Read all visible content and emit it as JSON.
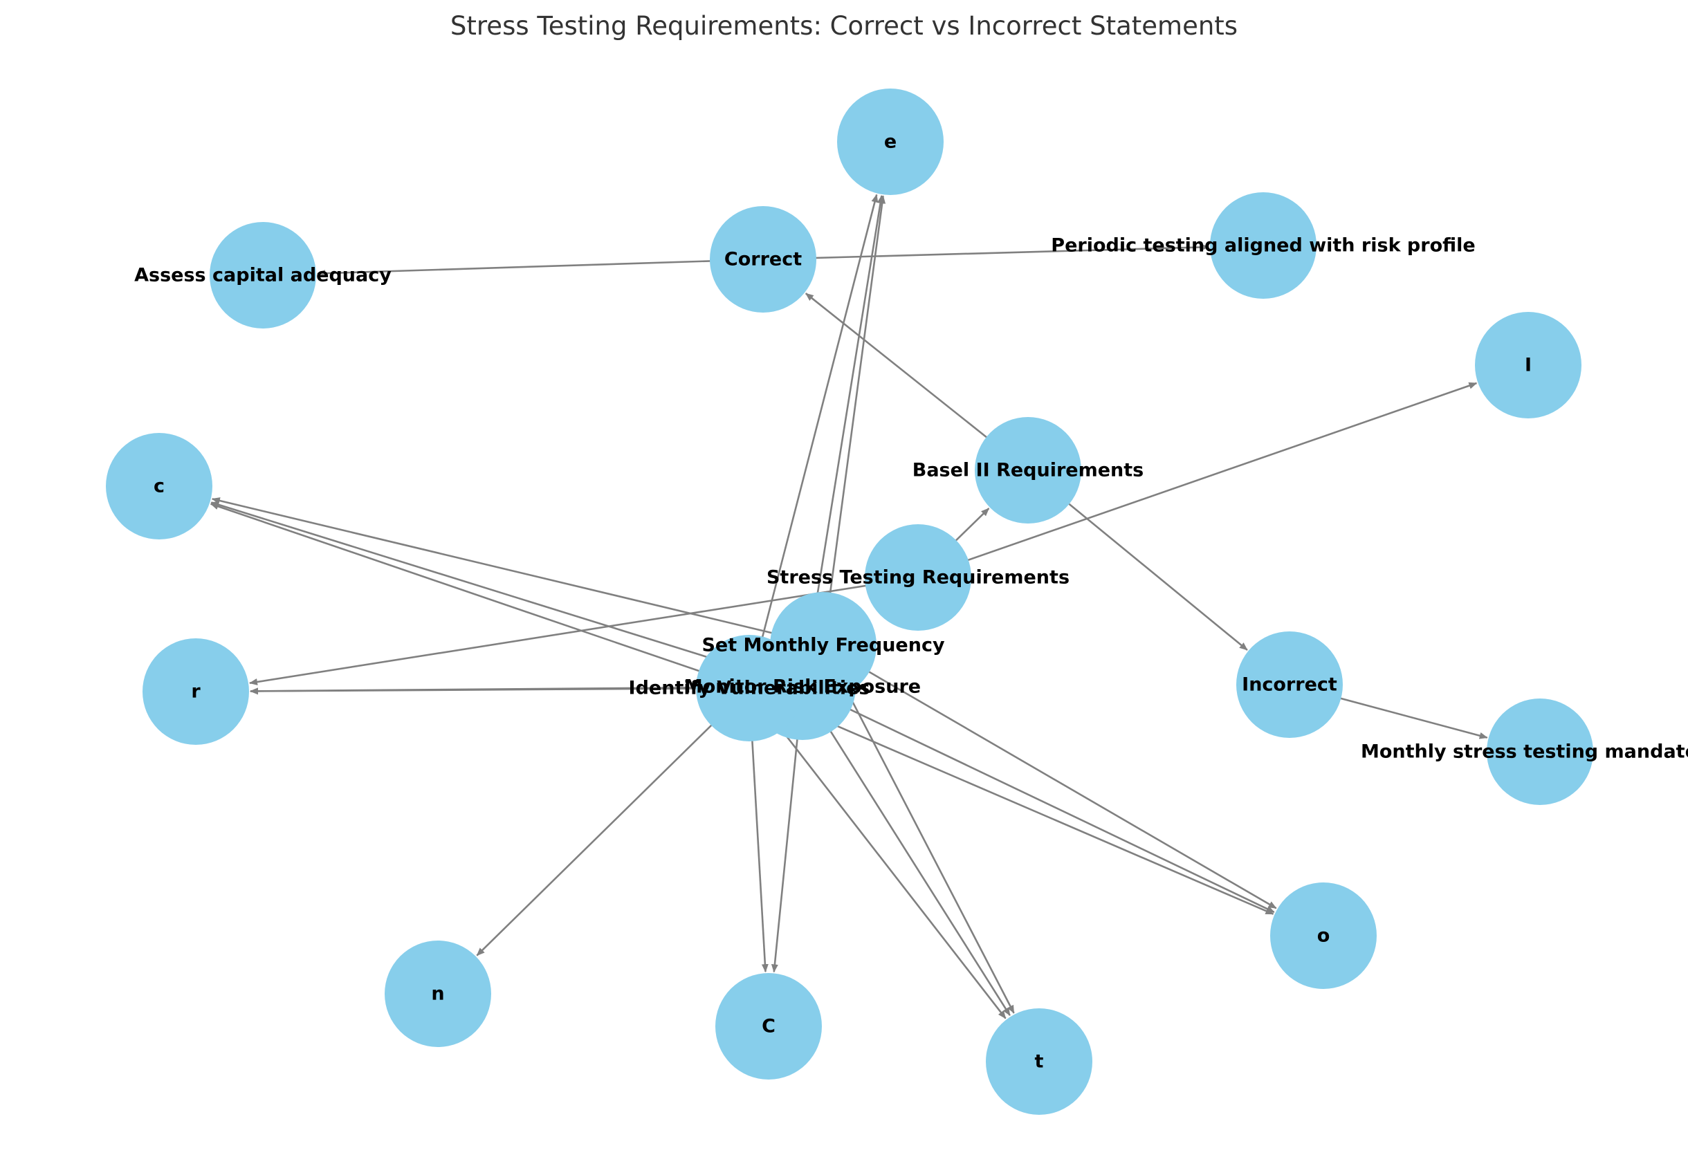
{
  "title": "Stress Testing Requirements: Correct vs Incorrect Statements",
  "colors": {
    "node_fill": "#87CEEB",
    "edge": "#808080",
    "label": "#000000",
    "title": "#333333",
    "background": "#FFFFFF"
  },
  "nodes": [
    {
      "id": "stress",
      "label": "Stress Testing Requirements"
    },
    {
      "id": "basel",
      "label": "Basel II Requirements"
    },
    {
      "id": "correct",
      "label": "Correct"
    },
    {
      "id": "incorrect",
      "label": "Incorrect"
    },
    {
      "id": "assess",
      "label": "Assess capital adequacy"
    },
    {
      "id": "periodic",
      "label": "Periodic testing aligned with risk profile"
    },
    {
      "id": "monthly_mand",
      "label": "Monthly stress testing mandatory"
    },
    {
      "id": "set_monthly",
      "label": "Set Monthly Frequency"
    },
    {
      "id": "monitor",
      "label": "Monitor Risk Exposure"
    },
    {
      "id": "identify",
      "label": "Identify Vulnerabilities"
    },
    {
      "id": "e",
      "label": "e"
    },
    {
      "id": "I",
      "label": "I"
    },
    {
      "id": "c",
      "label": "c"
    },
    {
      "id": "r",
      "label": "r"
    },
    {
      "id": "n",
      "label": "n"
    },
    {
      "id": "C",
      "label": "C"
    },
    {
      "id": "t",
      "label": "t"
    },
    {
      "id": "o",
      "label": "o"
    }
  ],
  "edges": [
    {
      "source": "stress",
      "target": "basel"
    },
    {
      "source": "stress",
      "target": "I"
    },
    {
      "source": "stress",
      "target": "r"
    },
    {
      "source": "basel",
      "target": "correct"
    },
    {
      "source": "basel",
      "target": "incorrect"
    },
    {
      "source": "correct",
      "target": "assess"
    },
    {
      "source": "correct",
      "target": "periodic"
    },
    {
      "source": "incorrect",
      "target": "monthly_mand"
    },
    {
      "source": "set_monthly",
      "target": "e"
    },
    {
      "source": "set_monthly",
      "target": "c"
    },
    {
      "source": "set_monthly",
      "target": "o"
    },
    {
      "source": "set_monthly",
      "target": "t"
    },
    {
      "source": "monitor",
      "target": "e"
    },
    {
      "source": "monitor",
      "target": "c"
    },
    {
      "source": "monitor",
      "target": "r"
    },
    {
      "source": "monitor",
      "target": "C"
    },
    {
      "source": "monitor",
      "target": "t"
    },
    {
      "source": "monitor",
      "target": "o"
    },
    {
      "source": "identify",
      "target": "e"
    },
    {
      "source": "identify",
      "target": "c"
    },
    {
      "source": "identify",
      "target": "r"
    },
    {
      "source": "identify",
      "target": "n"
    },
    {
      "source": "identify",
      "target": "C"
    },
    {
      "source": "identify",
      "target": "t"
    },
    {
      "source": "identify",
      "target": "o"
    }
  ]
}
